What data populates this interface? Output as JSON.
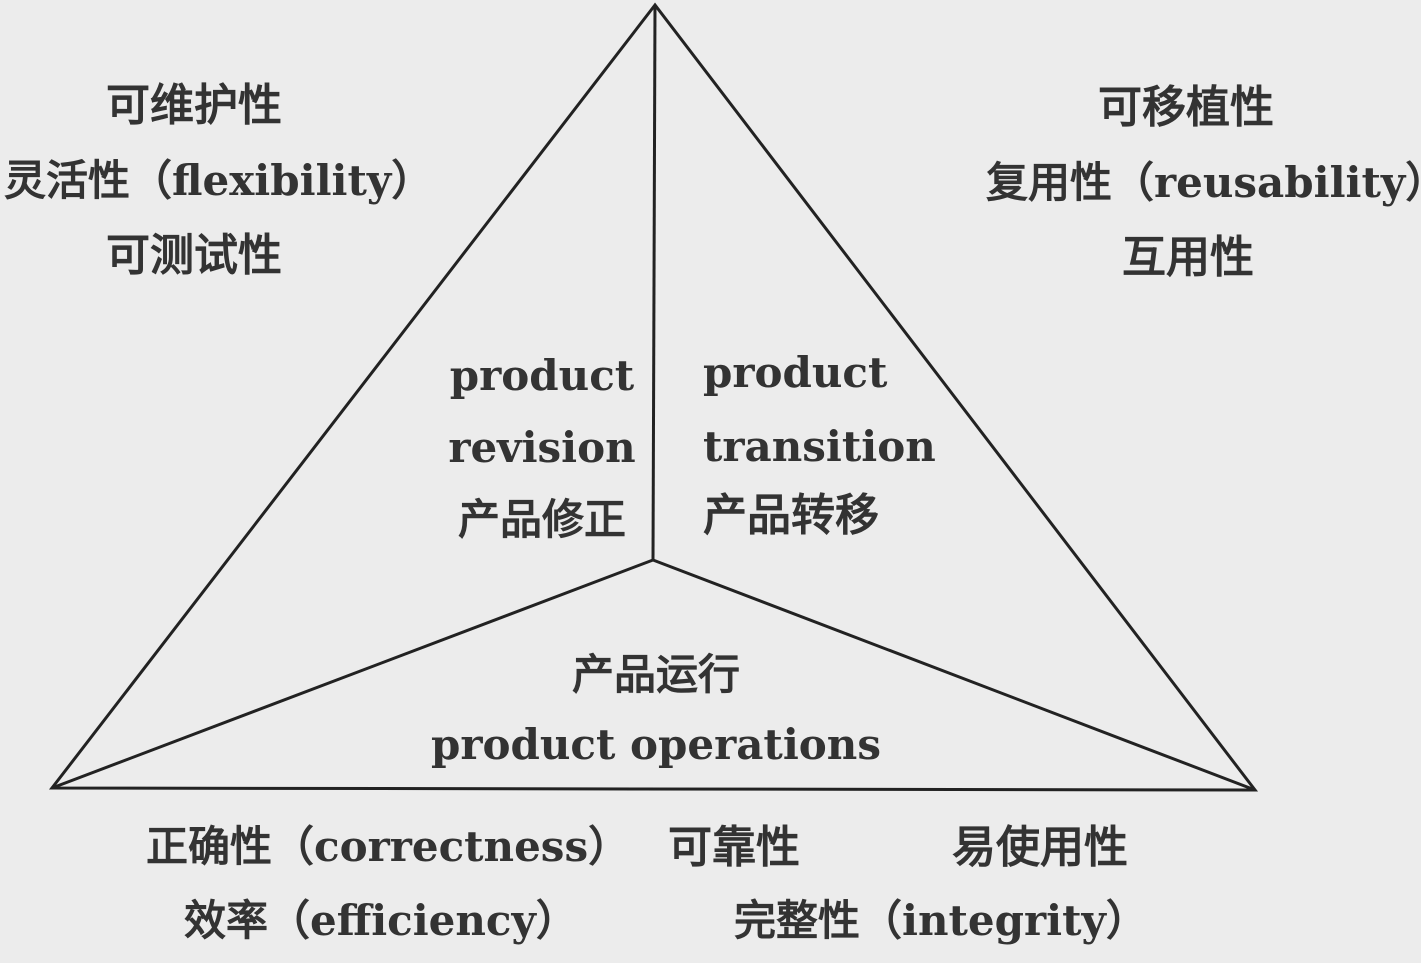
{
  "colors": {
    "background": "#ececec",
    "line": "#222222",
    "text": "#333333"
  },
  "top_left": {
    "line1": "可维护性",
    "line2": "灵活性（flexibility）",
    "line3": "可测试性"
  },
  "top_right": {
    "line1": "可移植性",
    "line2": "复用性（reusability）",
    "line3": "互用性"
  },
  "revision": {
    "line1": "product",
    "line2": "revision",
    "line3": "产品修正"
  },
  "transition": {
    "line1": "product",
    "line2": "transition",
    "line3": "产品转移"
  },
  "operations": {
    "line1": "产品运行",
    "line2": "product operations"
  },
  "bottom": {
    "correctness": "正确性（correctness）",
    "reliability": "可靠性",
    "usability": "易使用性",
    "efficiency": "效率（efficiency）",
    "integrity": "完整性（integrity）"
  }
}
